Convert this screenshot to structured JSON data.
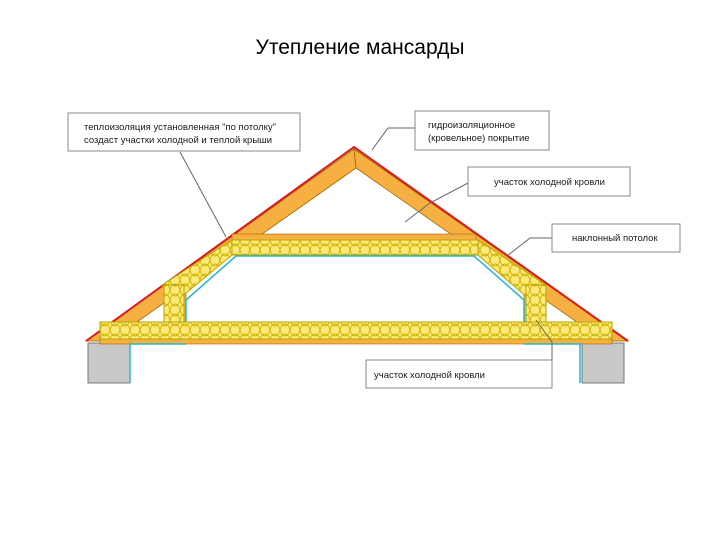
{
  "title": "Утепление мансарды",
  "labels": {
    "ceiling_insulation_line1": "теплоизоляция установленная \"по потолку\"",
    "ceiling_insulation_line2": "создаст участки холодной и теплой крыши",
    "waterproofing_line1": "гидроизоляционное",
    "waterproofing_line2": "(кровельное) покрытие",
    "cold_roof_upper": "участок холодной кровли",
    "sloped_ceiling": "наклонный потолок",
    "cold_roof_lower": "участок холодной кровли"
  },
  "colors": {
    "timber": "#f5b041",
    "insulation": "#ffe97a",
    "insulation_outline": "#b8a400",
    "insulation_pattern": "#c9b400",
    "roof_membrane": "#d91c1c",
    "vapor_barrier": "#2ab7c9",
    "wall": "#c8c8c8"
  }
}
